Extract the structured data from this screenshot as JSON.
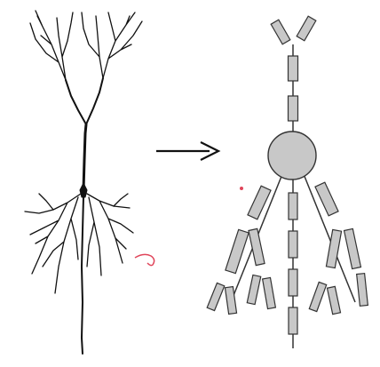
{
  "figure": {
    "left_panel": {
      "kind": "neuron-drawing",
      "description_icon": "pyramidal-neuron-icon"
    },
    "arrow": {
      "icon": "right-arrow-icon",
      "color": "#111111"
    },
    "right_panel": {
      "kind": "compartmental-model",
      "icon": "compartment-model-icon"
    }
  },
  "colors": {
    "neuron_ink": "#111111",
    "compartment_fill": "#c8c8c8",
    "compartment_stroke": "#333333",
    "soma_fill": "#c8c8c8",
    "annotation_red": "#e0455a",
    "background": "#ffffff"
  },
  "annotations": [
    {
      "id": "red-hook-mark",
      "icon": "red-hook-mark-icon"
    },
    {
      "id": "red-dot-mark",
      "icon": "red-dot-mark-icon"
    }
  ]
}
